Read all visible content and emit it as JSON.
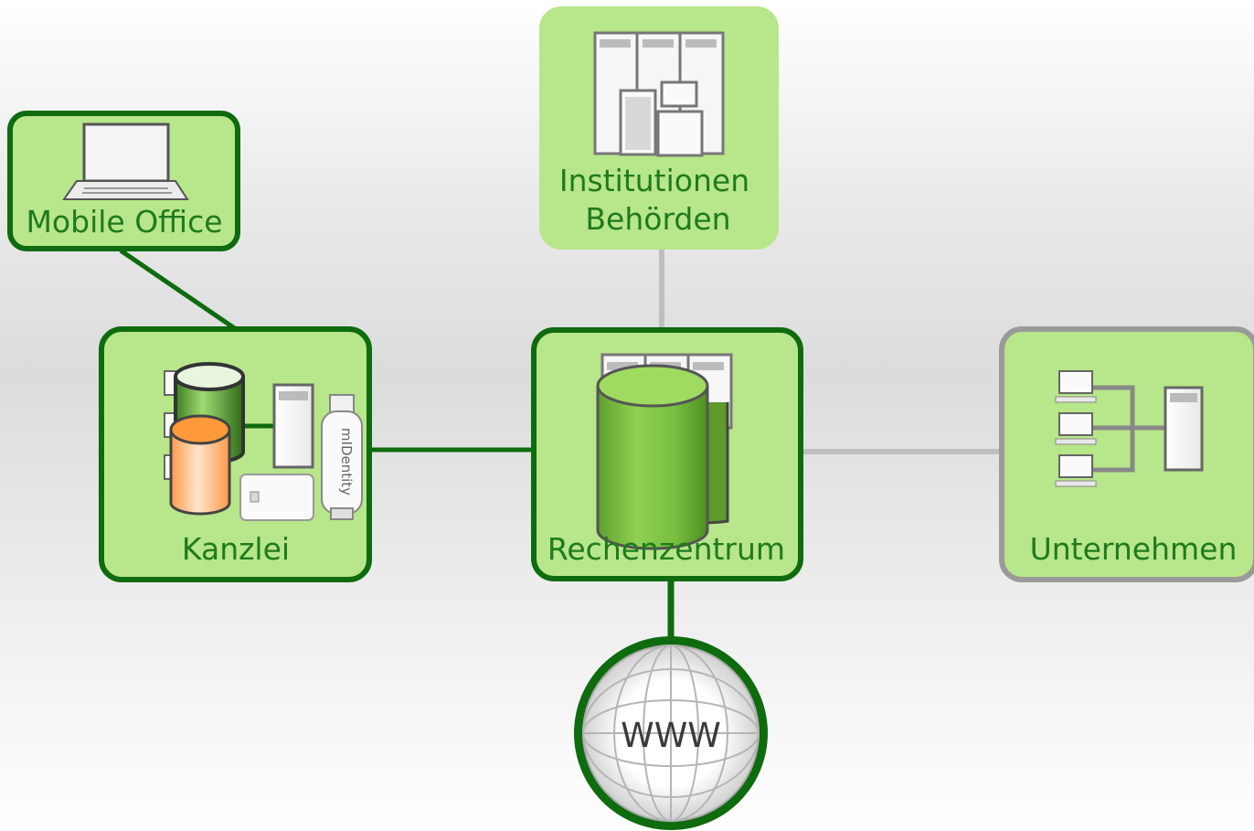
{
  "nodes": {
    "mobile_office": "Mobile Office",
    "institutionen": "Institutionen",
    "behoerden": "Behörden",
    "kanzlei": "Kanzlei",
    "rechenzentrum": "Rechenzentrum",
    "unternehmen": "Unternehmen",
    "www": "WWW"
  },
  "usb_label": "mIDentity",
  "icons": [
    "laptop-icon",
    "server-rack-icon",
    "database-icon",
    "usb-token-icon",
    "smartcard-icon",
    "workstation-icon",
    "globe-icon"
  ],
  "colors": {
    "box_fill": "#b8e68a",
    "border_dark": "#0e6b0e",
    "border_gray": "#9a9a9a",
    "link_green": "#0e6b0e",
    "link_gray": "#bfbfbf",
    "label_green": "#1f7a1f"
  }
}
